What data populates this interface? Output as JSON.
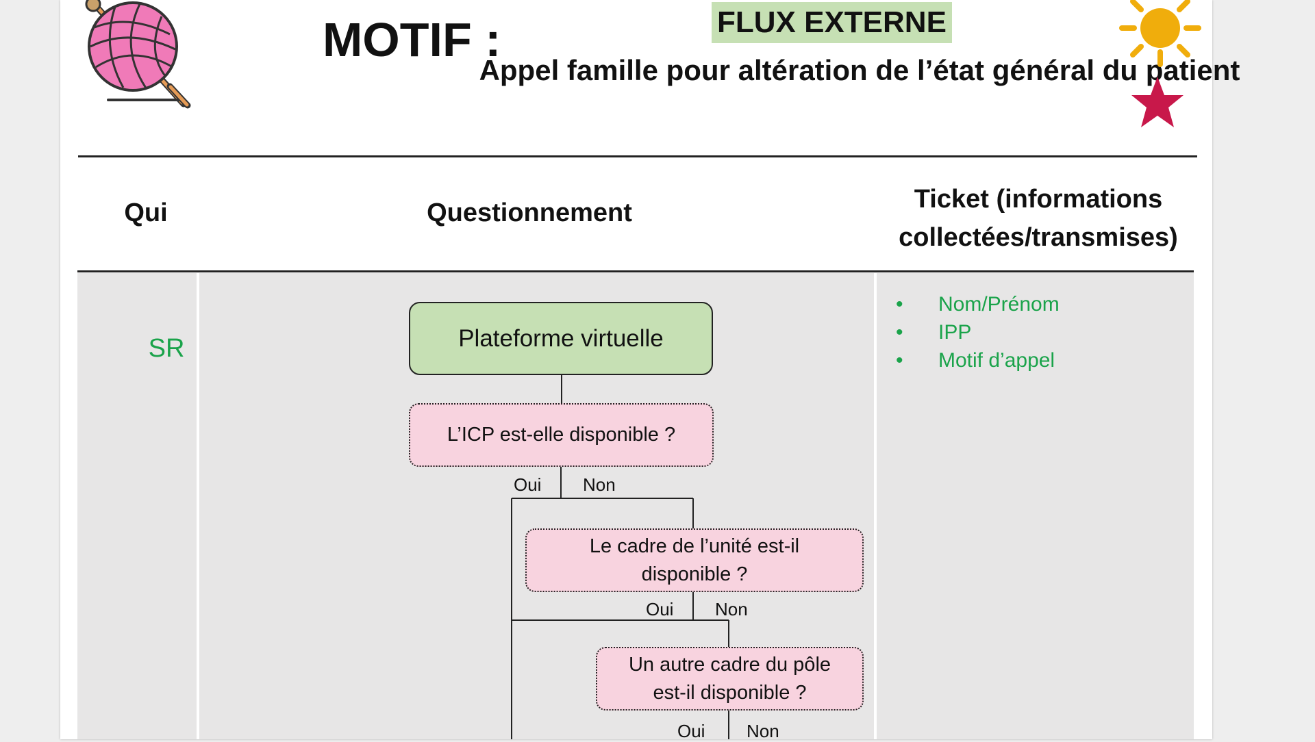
{
  "header": {
    "motif_label": "MOTIF :",
    "flux_tag": "FLUX EXTERNE",
    "subtitle": "Appel famille pour altération de l’état général du patient"
  },
  "icons": {
    "logo": "yarn-ball-icon",
    "sun": "sun-icon",
    "star": "star-icon",
    "colors": {
      "yarn": "#f07ab8",
      "sun": "#f0ad0c",
      "star": "#c8184a",
      "green_text": "#1aa34a",
      "flux_highlight": "#c6e0b4",
      "question_box": "#f8d3df"
    }
  },
  "table": {
    "columns": [
      "Qui",
      "Questionnement",
      "Ticket (informations collectées/transmises)"
    ],
    "qui": "SR",
    "ticket_items": [
      "Nom/Prénom",
      "IPP",
      "Motif d’appel"
    ],
    "bullet": "•"
  },
  "flowchart": {
    "start": "Plateforme virtuelle",
    "questions": [
      "L’ICP est-elle disponible ?",
      "Le cadre de l’unité est-il disponible ?",
      "Un autre cadre du pôle est-il disponible ?"
    ],
    "yes_label": "Oui",
    "no_label": "Non"
  }
}
